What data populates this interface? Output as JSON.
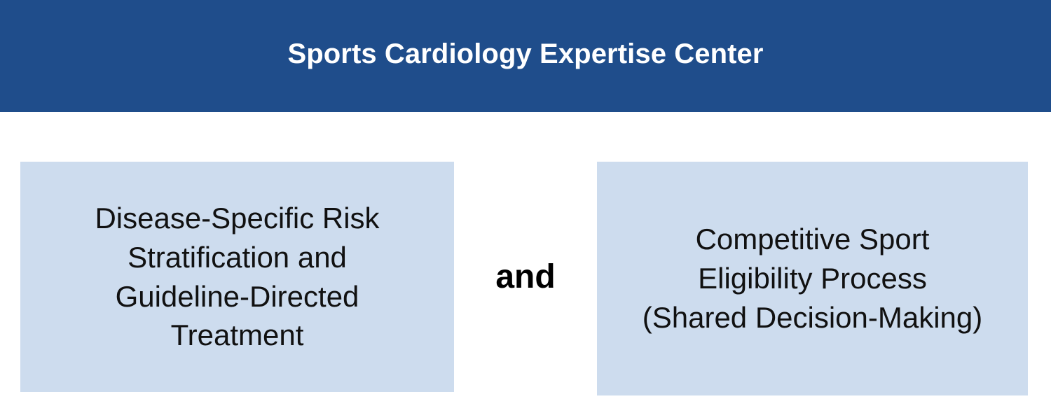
{
  "colors": {
    "header_background": "#1f4d8b",
    "header_text": "#ffffff",
    "box_background": "#cddcee",
    "box_text": "#111111",
    "connector_text": "#000000",
    "page_background": "#ffffff"
  },
  "header": {
    "title": "Sports Cardiology Expertise Center"
  },
  "diagram": {
    "connector_label": "and",
    "boxes": [
      {
        "id": "risk-stratification",
        "full_text": "Disease-Specific Risk Stratification and Guideline-Directed Treatment",
        "lines": [
          "Disease-Specific Risk",
          "Stratification and",
          "Guideline-Directed",
          "Treatment"
        ]
      },
      {
        "id": "eligibility-process",
        "full_text": "Competitive Sport Eligibility Process (Shared Decision-Making)",
        "lines": [
          "Competitive Sport",
          "Eligibility Process",
          "(Shared Decision-Making)"
        ]
      }
    ]
  }
}
